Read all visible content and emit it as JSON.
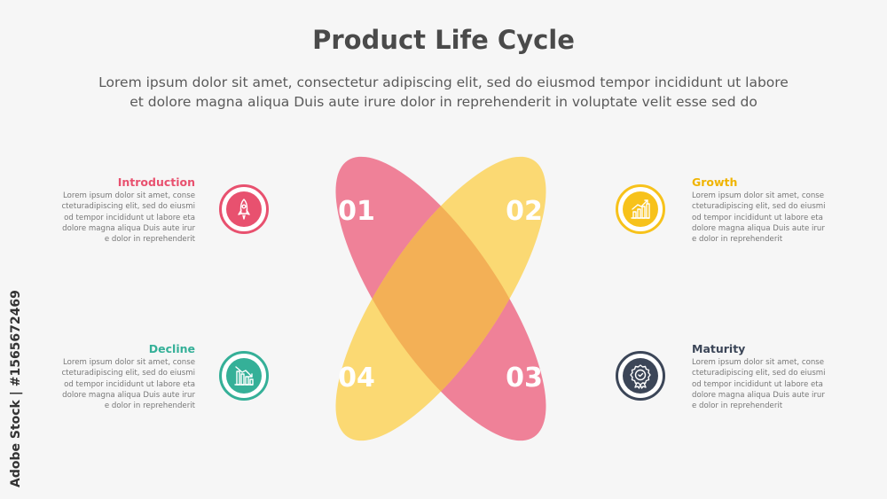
{
  "title": "Product Life Cycle",
  "subtitle_line1": "Lorem ipsum dolor sit amet, consectetur adipiscing elit, sed do eiusmod tempor incididunt ut labore",
  "subtitle_line2": "et dolore magna aliqua Duis aute irure dolor in reprehenderit in voluptate velit esse sed do",
  "colors": {
    "pink": "#e8516f",
    "yellow": "#f7c21b",
    "teal": "#35b098",
    "navy": "#3c4658",
    "orange": "#f0ae4f"
  },
  "stages": [
    {
      "number": "01",
      "heading": "Introduction",
      "icon": "rocket-icon",
      "lines": [
        "Lorem ipsum dolor sit amet, conse",
        "cteturadipiscing elit, sed do eiusmi",
        "od tempor incididunt ut labore eta",
        "dolore magna aliqua Duis aute irur",
        "e dolor in reprehenderit"
      ]
    },
    {
      "number": "02",
      "heading": "Growth",
      "icon": "growth-chart-icon",
      "lines": [
        "Lorem ipsum dolor sit amet, conse",
        "cteturadipiscing elit, sed do eiusmi",
        "od tempor incididunt ut labore eta",
        "dolore magna aliqua Duis aute irur",
        "e dolor in reprehenderit"
      ]
    },
    {
      "number": "03",
      "heading": "Maturity",
      "icon": "award-badge-icon",
      "lines": [
        "Lorem ipsum dolor sit amet, conse",
        "cteturadipiscing elit, sed do eiusmi",
        "od tempor incididunt ut labore eta",
        "dolore magna aliqua Duis aute irur",
        "e dolor in reprehenderit"
      ]
    },
    {
      "number": "04",
      "heading": "Decline",
      "icon": "declining-chart-icon",
      "lines": [
        "Lorem ipsum dolor sit amet, conse",
        "cteturadipiscing elit, sed do eiusmi",
        "od tempor incididunt ut labore eta",
        "dolore magna aliqua Duis aute irur",
        "e dolor in reprehenderit"
      ]
    }
  ],
  "watermark": "Adobe Stock | #1565672469"
}
